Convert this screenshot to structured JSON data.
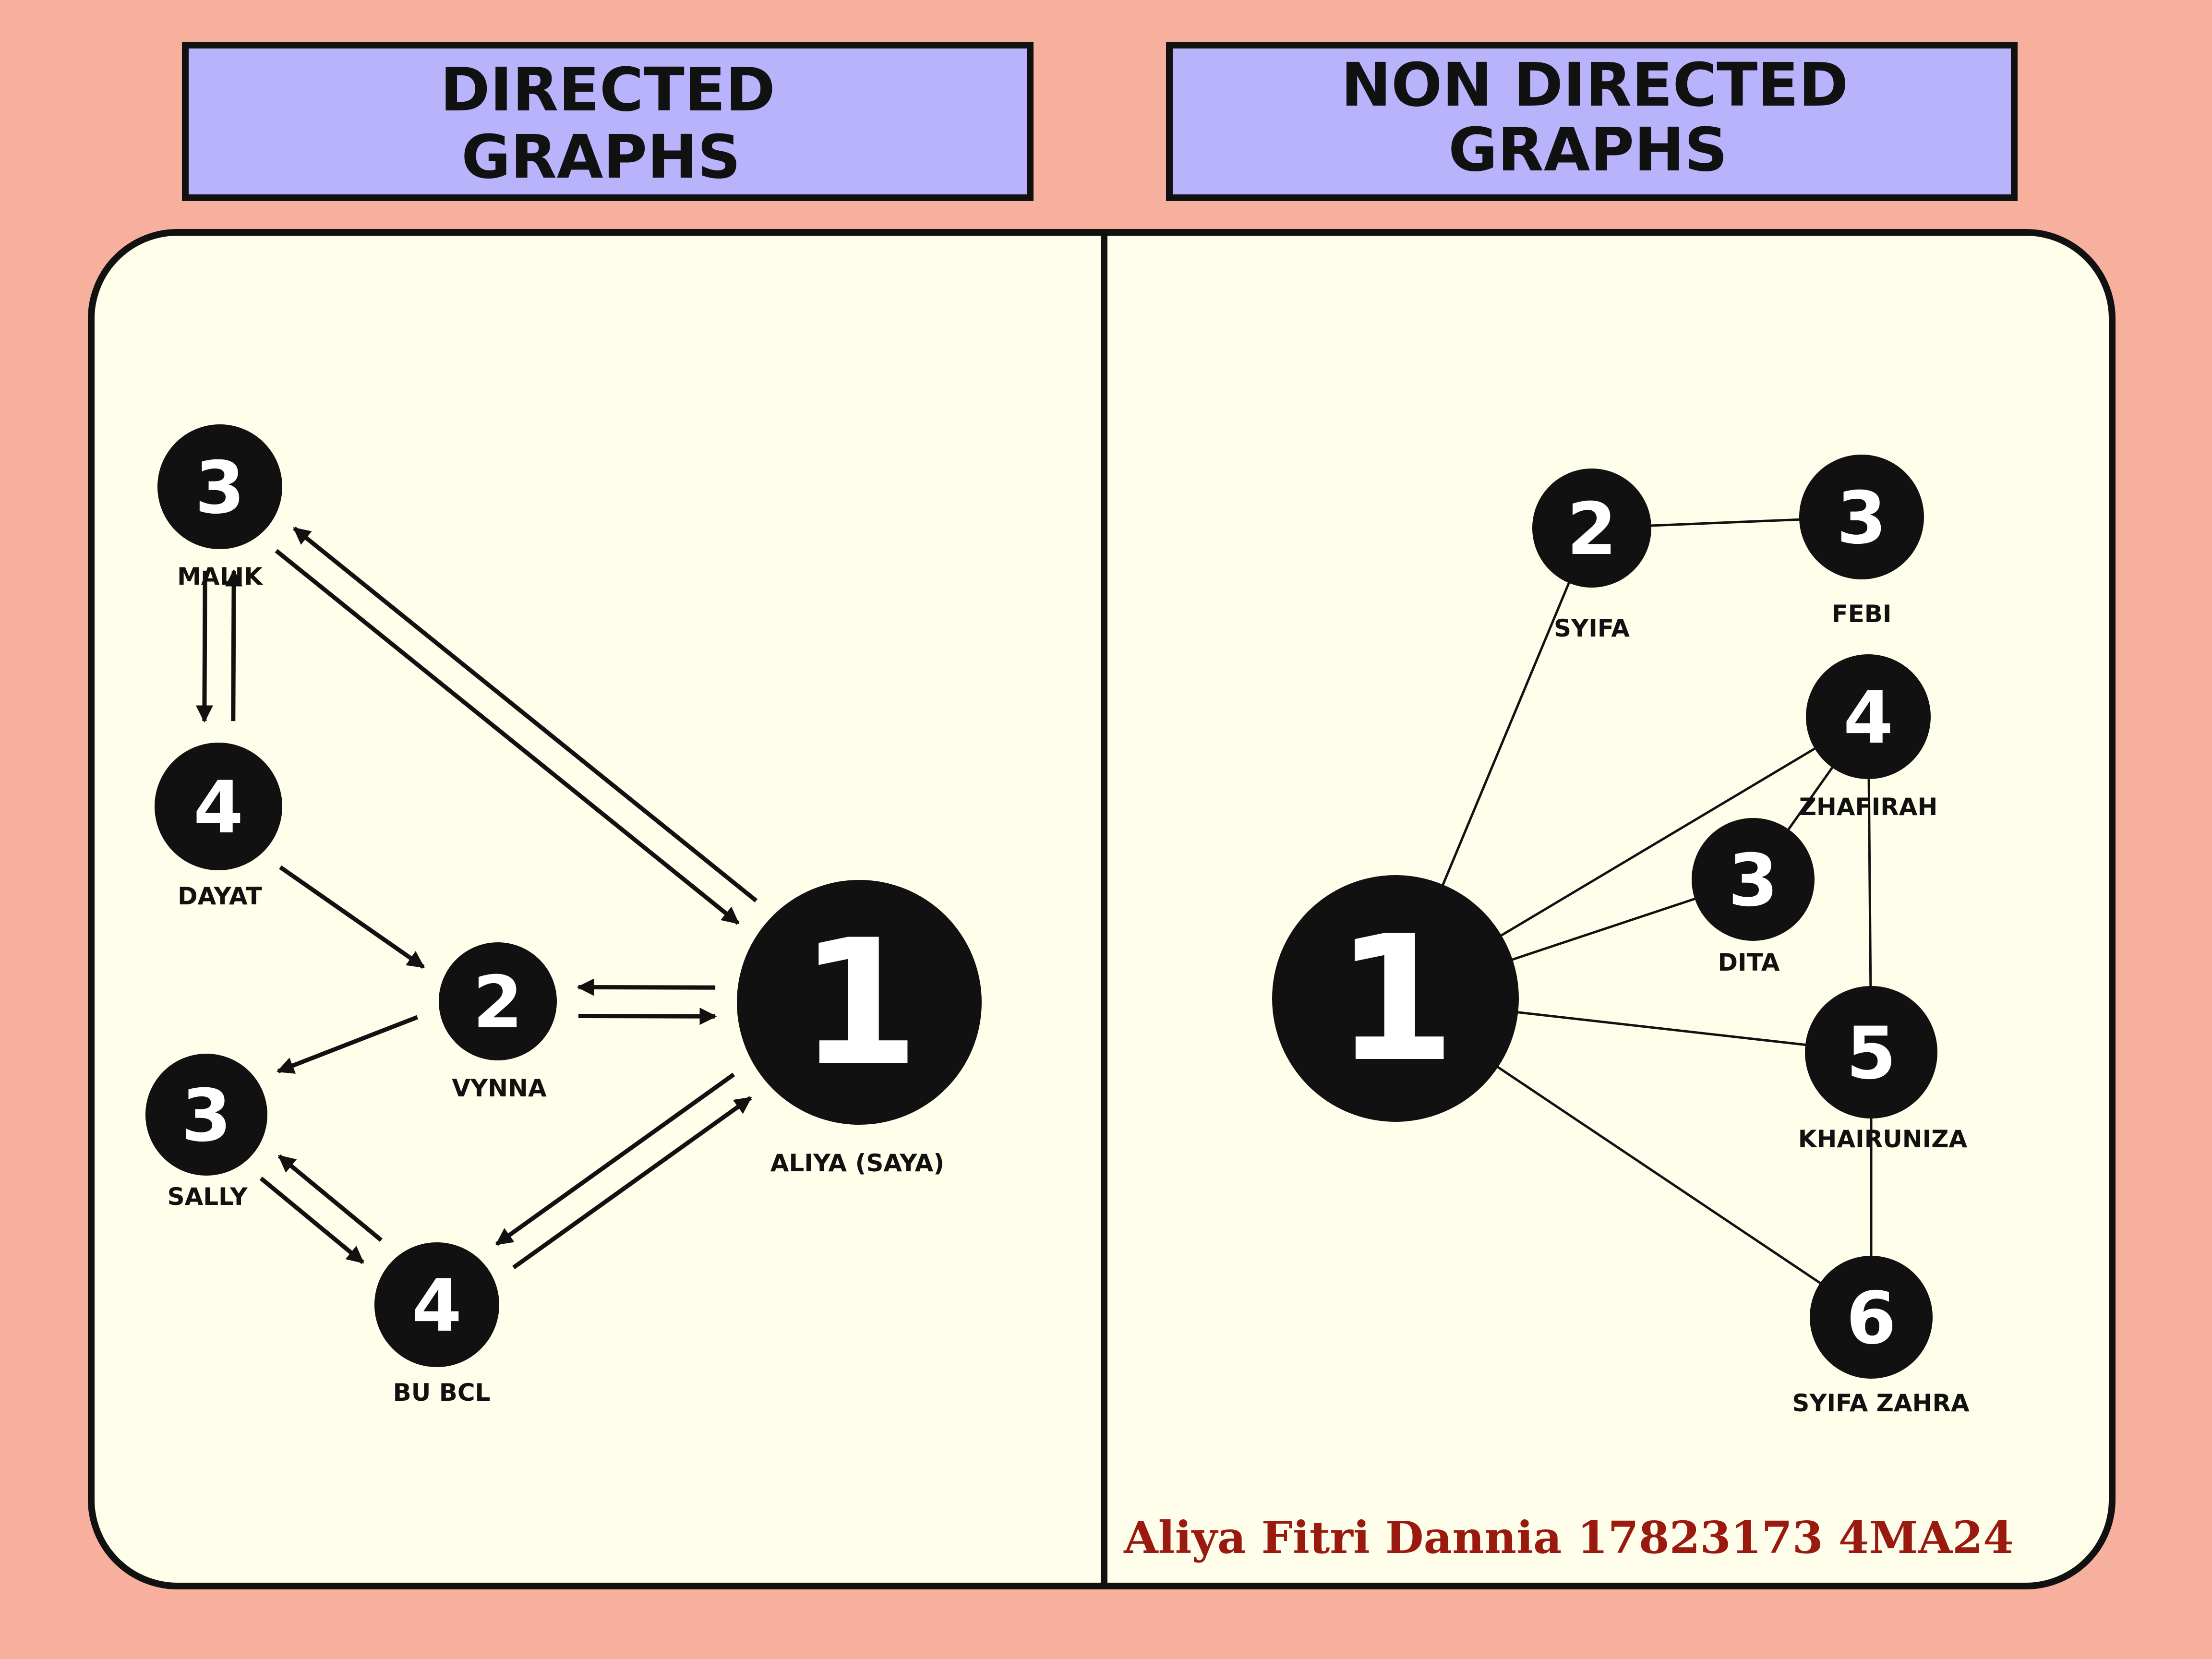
{
  "colors": {
    "page_background": "#f6b09d",
    "panel_background": "#fefeeb",
    "title_fill": "#b9b3fb",
    "ink": "#111111",
    "credit_text": "#9a1a10"
  },
  "directed": {
    "title_line1": "DIRECTED",
    "title_line2": "GRAPHS",
    "nodes": {
      "malik": {
        "number": "3",
        "label": "MALIK"
      },
      "dayat": {
        "number": "4",
        "label": "DAYAT"
      },
      "vynna": {
        "number": "2",
        "label": "VYNNA"
      },
      "sally": {
        "number": "3",
        "label": "SALLY"
      },
      "bubcl": {
        "number": "4",
        "label": "BU BCL"
      },
      "aliya": {
        "number": "1",
        "label": "ALIYA (SAYA)"
      }
    },
    "edges": [
      {
        "from": "malik",
        "to": "dayat"
      },
      {
        "from": "dayat",
        "to": "malik"
      },
      {
        "from": "malik",
        "to": "aliya"
      },
      {
        "from": "aliya",
        "to": "malik"
      },
      {
        "from": "dayat",
        "to": "vynna"
      },
      {
        "from": "aliya",
        "to": "vynna"
      },
      {
        "from": "vynna",
        "to": "aliya"
      },
      {
        "from": "vynna",
        "to": "sally"
      },
      {
        "from": "sally",
        "to": "bubcl"
      },
      {
        "from": "bubcl",
        "to": "sally"
      },
      {
        "from": "bubcl",
        "to": "aliya"
      },
      {
        "from": "aliya",
        "to": "bubcl"
      }
    ]
  },
  "undirected": {
    "title_line1": "NON DIRECTED",
    "title_line2": "GRAPHS",
    "nodes": {
      "center": {
        "number": "1",
        "label": ""
      },
      "syifa": {
        "number": "2",
        "label": "SYIFA"
      },
      "febi": {
        "number": "3",
        "label": "FEBI"
      },
      "zhafirah": {
        "number": "4",
        "label": "ZHAFIRAH"
      },
      "dita": {
        "number": "3",
        "label": "DITA"
      },
      "khairuniza": {
        "number": "5",
        "label": "KHAIRUNIZA"
      },
      "syifazahra": {
        "number": "6",
        "label": "SYIFA ZAHRA"
      }
    },
    "edges": [
      {
        "a": "center",
        "b": "syifa"
      },
      {
        "a": "center",
        "b": "zhafirah"
      },
      {
        "a": "center",
        "b": "dita"
      },
      {
        "a": "center",
        "b": "khairuniza"
      },
      {
        "a": "center",
        "b": "syifazahra"
      },
      {
        "a": "syifa",
        "b": "febi"
      },
      {
        "a": "zhafirah",
        "b": "dita"
      },
      {
        "a": "zhafirah",
        "b": "khairuniza"
      },
      {
        "a": "khairuniza",
        "b": "syifazahra"
      }
    ]
  },
  "credit": "Aliya Fitri Dannia 17823173 4MA24"
}
